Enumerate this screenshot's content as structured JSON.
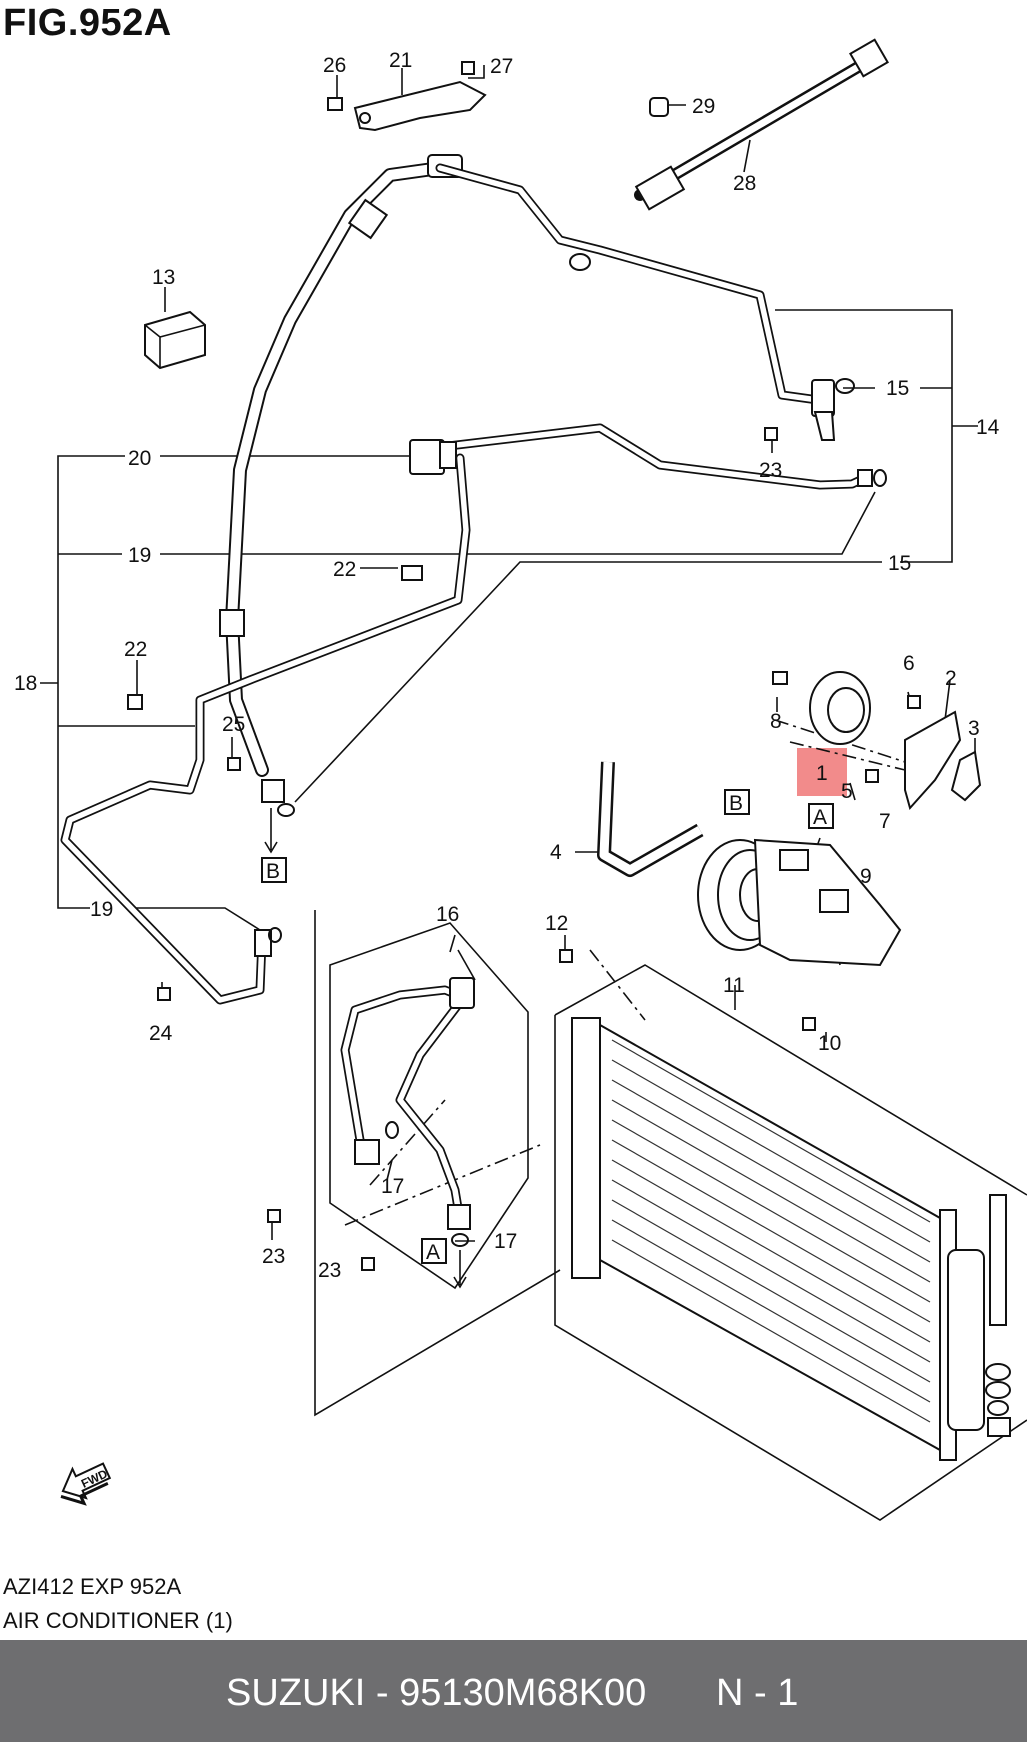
{
  "figure": {
    "title": "FIG.952A"
  },
  "callouts": {
    "c1": "1",
    "c2": "2",
    "c3": "3",
    "c4": "4",
    "c5": "5",
    "c6": "6",
    "c7": "7",
    "c8": "8",
    "c9": "9",
    "c10": "10",
    "c11": "11",
    "c12": "12",
    "c13": "13",
    "c14": "14",
    "c15a": "15",
    "c15b": "15",
    "c16": "16",
    "c17a": "17",
    "c17b": "17",
    "c18": "18",
    "c19a": "19",
    "c19b": "19",
    "c20": "20",
    "c21": "21",
    "c22a": "22",
    "c22b": "22",
    "c23a": "23",
    "c23b": "23",
    "c23c": "23",
    "c24": "24",
    "c25": "25",
    "c26": "26",
    "c27": "27",
    "c28": "28",
    "c29": "29"
  },
  "refs": {
    "A1": "A",
    "A2": "A",
    "B1": "B",
    "B2": "B"
  },
  "fwd": "FWD",
  "highlight": {
    "part": "1",
    "color": "#f28b8b"
  },
  "caption": {
    "line1": "AZI412 EXP 952A",
    "line2": "AIR CONDITIONER (1)"
  },
  "footer": {
    "text": "SUZUKI - 95130M68K00",
    "page": "N - 1",
    "background": "#6e6e70"
  }
}
